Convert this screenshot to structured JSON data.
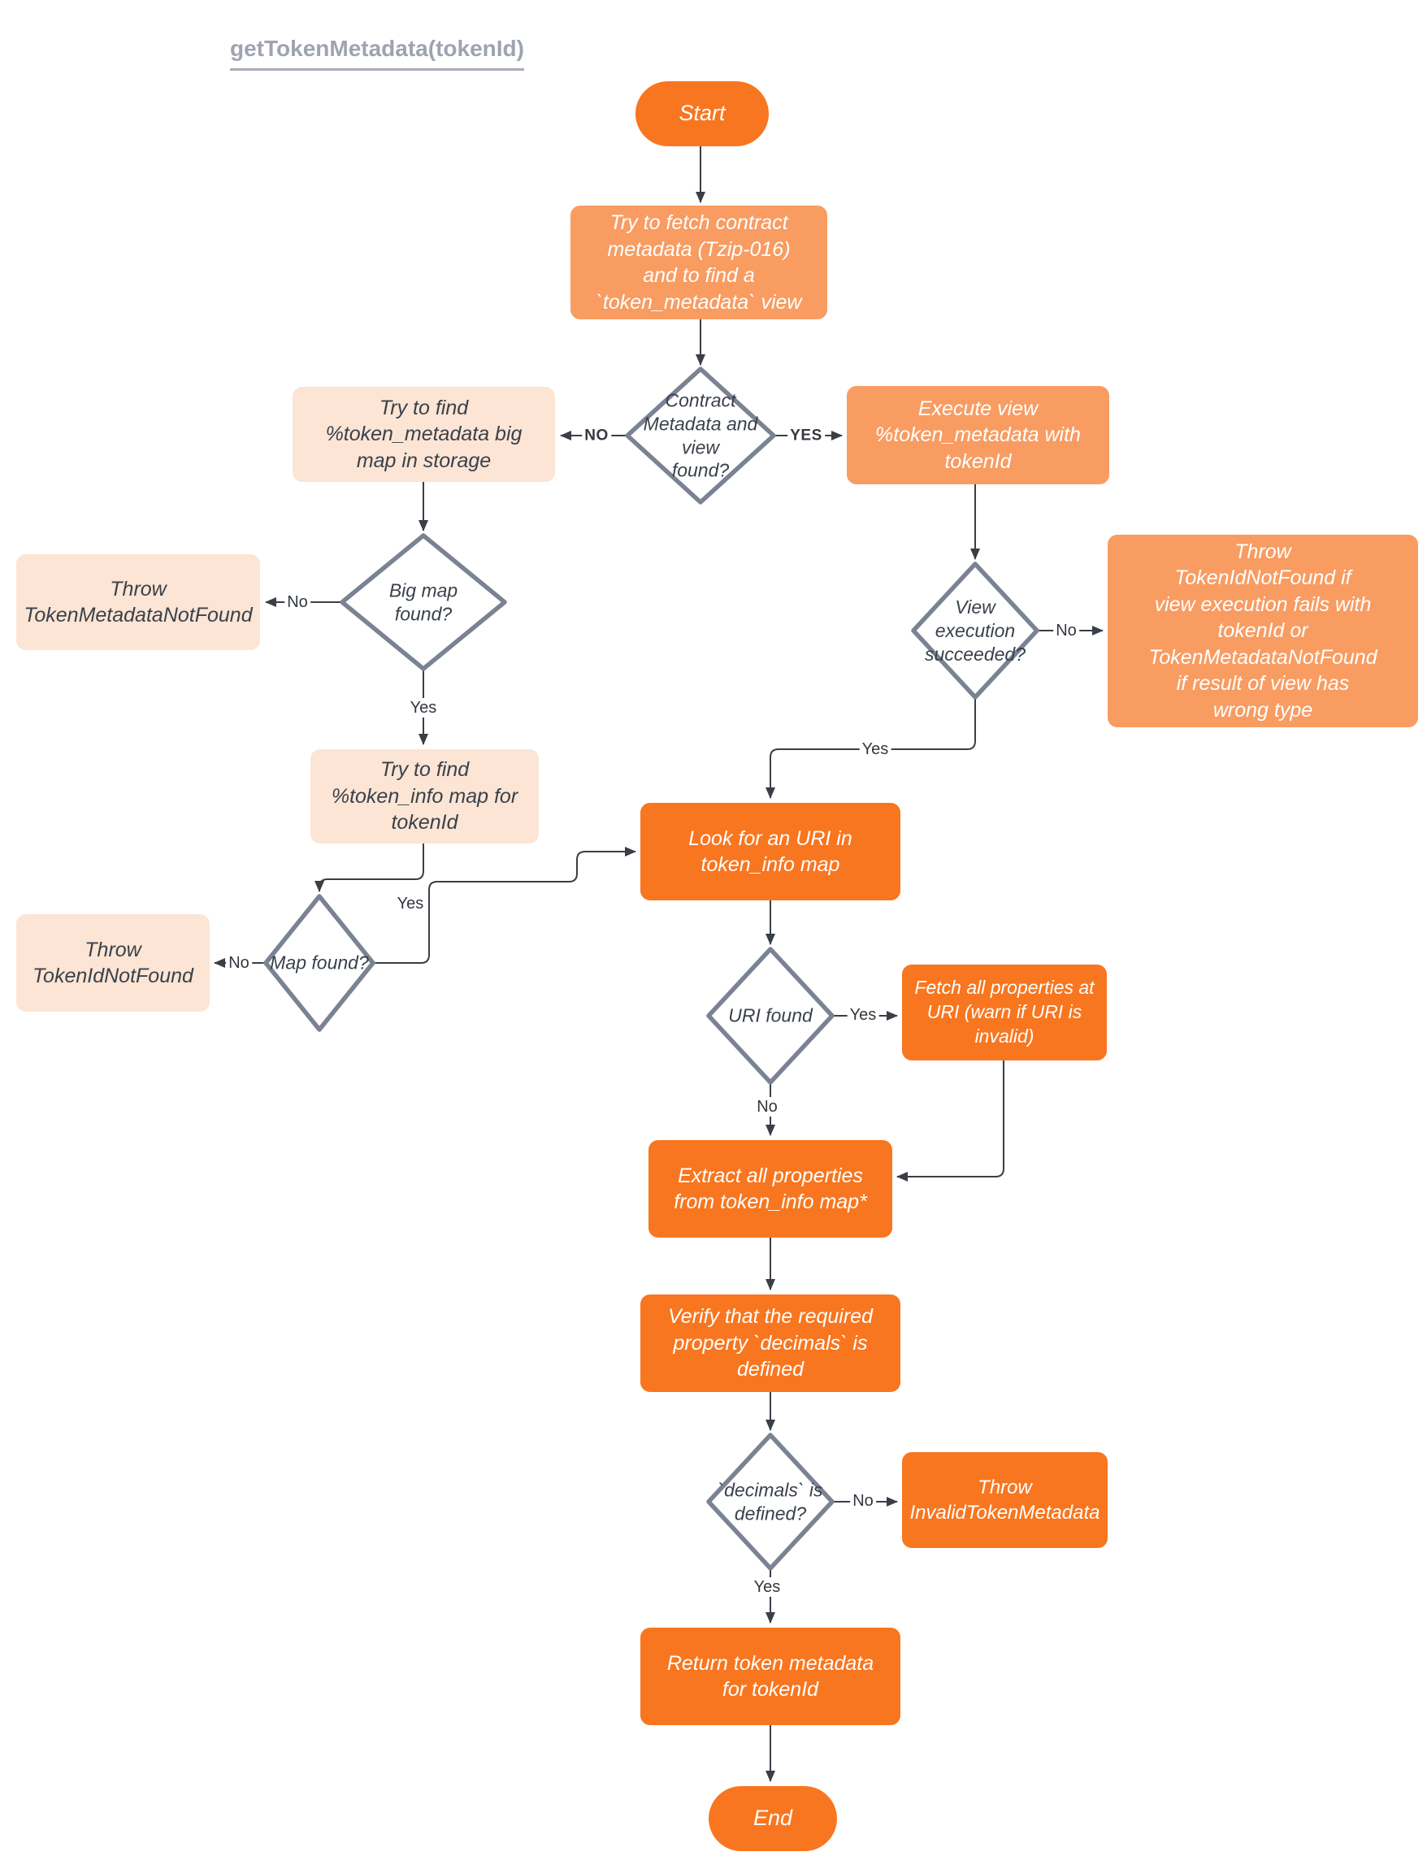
{
  "title": "getTokenMetadata(tokenId)",
  "colors": {
    "terminator_orange": "#F8761F",
    "process_orange": "#F8761F",
    "light_orange_box": "#F89C62",
    "peach_box": "#FCE5D4",
    "diamond_border": "#7A8391",
    "connector": "#3A3F46",
    "title_gray": "#9EA3B0",
    "dark_text": "#3A414B"
  },
  "flowchart": {
    "nodes": {
      "start": {
        "type": "terminator",
        "label": "Start"
      },
      "fetch_contract": {
        "type": "process",
        "label": "Try to fetch contract\nmetadata (Tzip-016)\nand to find a\n`token_metadata` view"
      },
      "contract_found": {
        "type": "decision",
        "label": "Contract\nMetadata and\nview\nfound?"
      },
      "find_bigmap": {
        "type": "process",
        "label": "Try to find\n%token_metadata big\nmap in storage"
      },
      "execute_view": {
        "type": "process",
        "label": "Execute view\n%token_metadata with\ntokenId"
      },
      "bigmap_found": {
        "type": "decision",
        "label": "Big map\nfound?"
      },
      "throw_token_metadata_not_found": {
        "type": "process",
        "label": "Throw\nTokenMetadataNotFound"
      },
      "view_succeeded": {
        "type": "decision",
        "label": "View\nexecution\nsucceeded?"
      },
      "throw_view_errors": {
        "type": "process",
        "label": "Throw\nTokenIdNotFound if\nview execution fails with\ntokenId or\nTokenMetadataNotFound\nif result of view has\nwrong type"
      },
      "find_token_info": {
        "type": "process",
        "label": "Try to find\n%token_info map for\ntokenId"
      },
      "map_found": {
        "type": "decision",
        "label": "Map found?"
      },
      "throw_token_id_not_found": {
        "type": "process",
        "label": "Throw\nTokenIdNotFound"
      },
      "look_for_uri": {
        "type": "process",
        "label": "Look for an URI in\ntoken_info map"
      },
      "uri_found": {
        "type": "decision",
        "label": "URI found"
      },
      "fetch_properties": {
        "type": "process",
        "label": "Fetch all properties at\nURI (warn if URI is\ninvalid)"
      },
      "extract_properties": {
        "type": "process",
        "label": "Extract all properties\nfrom token_info map*"
      },
      "verify_decimals": {
        "type": "process",
        "label": "Verify that the required\nproperty `decimals` is\ndefined"
      },
      "decimals_defined": {
        "type": "decision",
        "label": "`decimals` is\ndefined?"
      },
      "throw_invalid_token_metadata": {
        "type": "process",
        "label": "Throw\nInvalidTokenMetadata"
      },
      "return_metadata": {
        "type": "process",
        "label": "Return token metadata\nfor tokenId"
      },
      "end": {
        "type": "terminator",
        "label": "End"
      }
    },
    "edges": {
      "contract_no": "NO",
      "contract_yes": "YES",
      "bigmap_no": "No",
      "bigmap_yes": "Yes",
      "view_no": "No",
      "view_yes": "Yes",
      "map_no": "No",
      "map_yes": "Yes",
      "uri_yes": "Yes",
      "uri_no": "No",
      "decimals_no": "No",
      "decimals_yes": "Yes"
    }
  }
}
